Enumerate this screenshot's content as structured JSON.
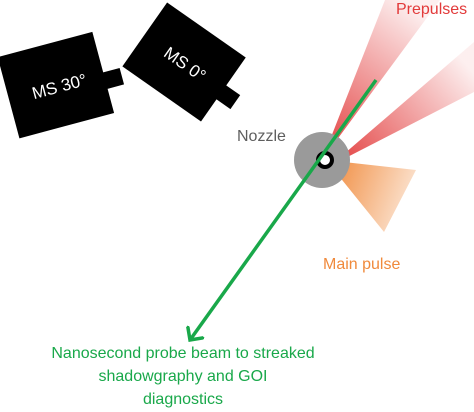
{
  "labels": {
    "prepulses": "Prepulses",
    "nozzle": "Nozzle",
    "main_pulse": "Main pulse",
    "camera_left": "MS 30°",
    "camera_right": "MS 0°",
    "probe_line1": "Nanosecond probe beam to streaked",
    "probe_line2": "shadowgraphy and GOI",
    "probe_line3": "diagnostics"
  },
  "colors": {
    "prepulse": "#e23a3a",
    "main_pulse": "#f08a3c",
    "probe": "#19a84a",
    "nozzle": "#9a9a9a",
    "nozzle_label": "#5e5e5e",
    "camera": "#000000"
  }
}
